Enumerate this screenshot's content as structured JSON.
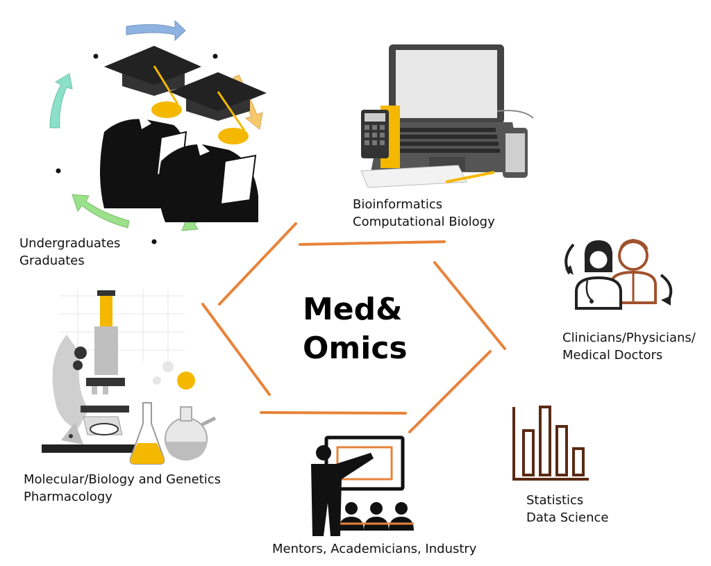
{
  "center": {
    "line1": "Med&",
    "line2": "Omics"
  },
  "nodes": [
    {
      "id": "students",
      "icon": "graduates-icon",
      "lines": [
        "Undergraduates",
        "Graduates"
      ]
    },
    {
      "id": "bioinfo",
      "icon": "laptop-icon",
      "lines": [
        "Bioinformatics",
        "Computational Biology"
      ]
    },
    {
      "id": "clinicians",
      "icon": "doctors-icon",
      "lines": [
        "Clinicians/Physicians/",
        "Medical Doctors"
      ]
    },
    {
      "id": "statistics",
      "icon": "bar-chart-icon",
      "lines": [
        "Statistics",
        "Data Science"
      ]
    },
    {
      "id": "mentors",
      "icon": "teacher-icon",
      "lines": [
        "Mentors, Academicians, Industry"
      ]
    },
    {
      "id": "molecular",
      "icon": "microscope-icon",
      "lines": [
        "Molecular/Biology and Genetics",
        "Pharmacology"
      ]
    }
  ],
  "colors": {
    "hexagon": "#e8833a",
    "accent_yellow": "#f5b800",
    "brown": "#a0522d",
    "chart": "#5a2a14"
  }
}
